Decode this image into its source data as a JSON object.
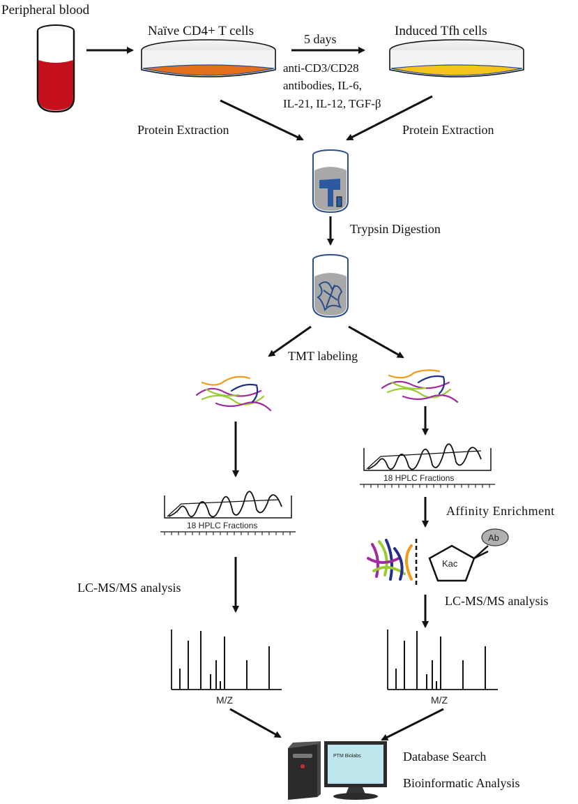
{
  "labels": {
    "peripheral_blood": "Peripheral blood",
    "naive_cells": "Naïve CD4+ T cells",
    "five_days": "5 days",
    "induced_tfh": "Induced Tfh cells",
    "stim_line1": "anti-CD3/CD28",
    "stim_line2": "antibodies, IL-6,",
    "stim_line3": "IL-21, IL-12, TGF-β",
    "protein_extraction_left": "Protein Extraction",
    "protein_extraction_right": "Protein Extraction",
    "trypsin_digestion": "Trypsin Digestion",
    "tmt_labeling": "TMT labeling",
    "hplc_left": "18 HPLC Fractions",
    "hplc_right": "18 HPLC Fractions",
    "affinity_enrichment": "Affinity Enrichment",
    "kac": "Kac",
    "ab": "Ab",
    "lcms_left": "LC-MS/MS analysis",
    "lcms_right": "LC-MS/MS analysis",
    "mz_left": "M/Z",
    "mz_right": "M/Z",
    "monitor_brand": "PTM Biolabs",
    "database_search": "Database Search",
    "bioinformatic_analysis": "Bioinformatic  Analysis"
  },
  "colors": {
    "blood": "#c4101c",
    "naive_medium": "#e26f1c",
    "tfh_medium": "#f6c21c",
    "protein_blob": "#2c5aa0",
    "pellet_gray": "#a9a9a9",
    "monitor_screen": "#bfe6ec",
    "peptide_orange": "#f29b1a",
    "peptide_purple": "#a02aa0",
    "peptide_green": "#9acd32",
    "peptide_navy": "#1f2f8a"
  }
}
